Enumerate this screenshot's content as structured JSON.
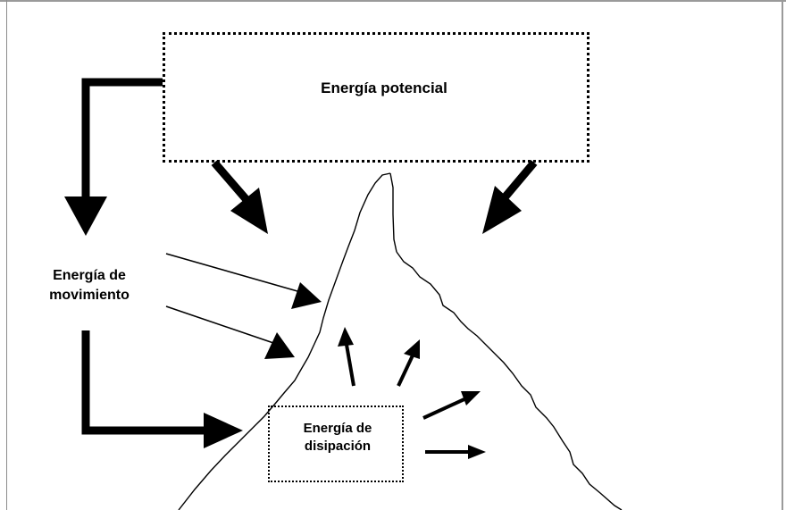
{
  "diagram": {
    "potential_label": "Energía potencial",
    "motion_label_line1": "Energía de",
    "motion_label_line2": "movimiento",
    "dissipation_label_line1": "Energía de",
    "dissipation_label_line2": "disipación"
  }
}
